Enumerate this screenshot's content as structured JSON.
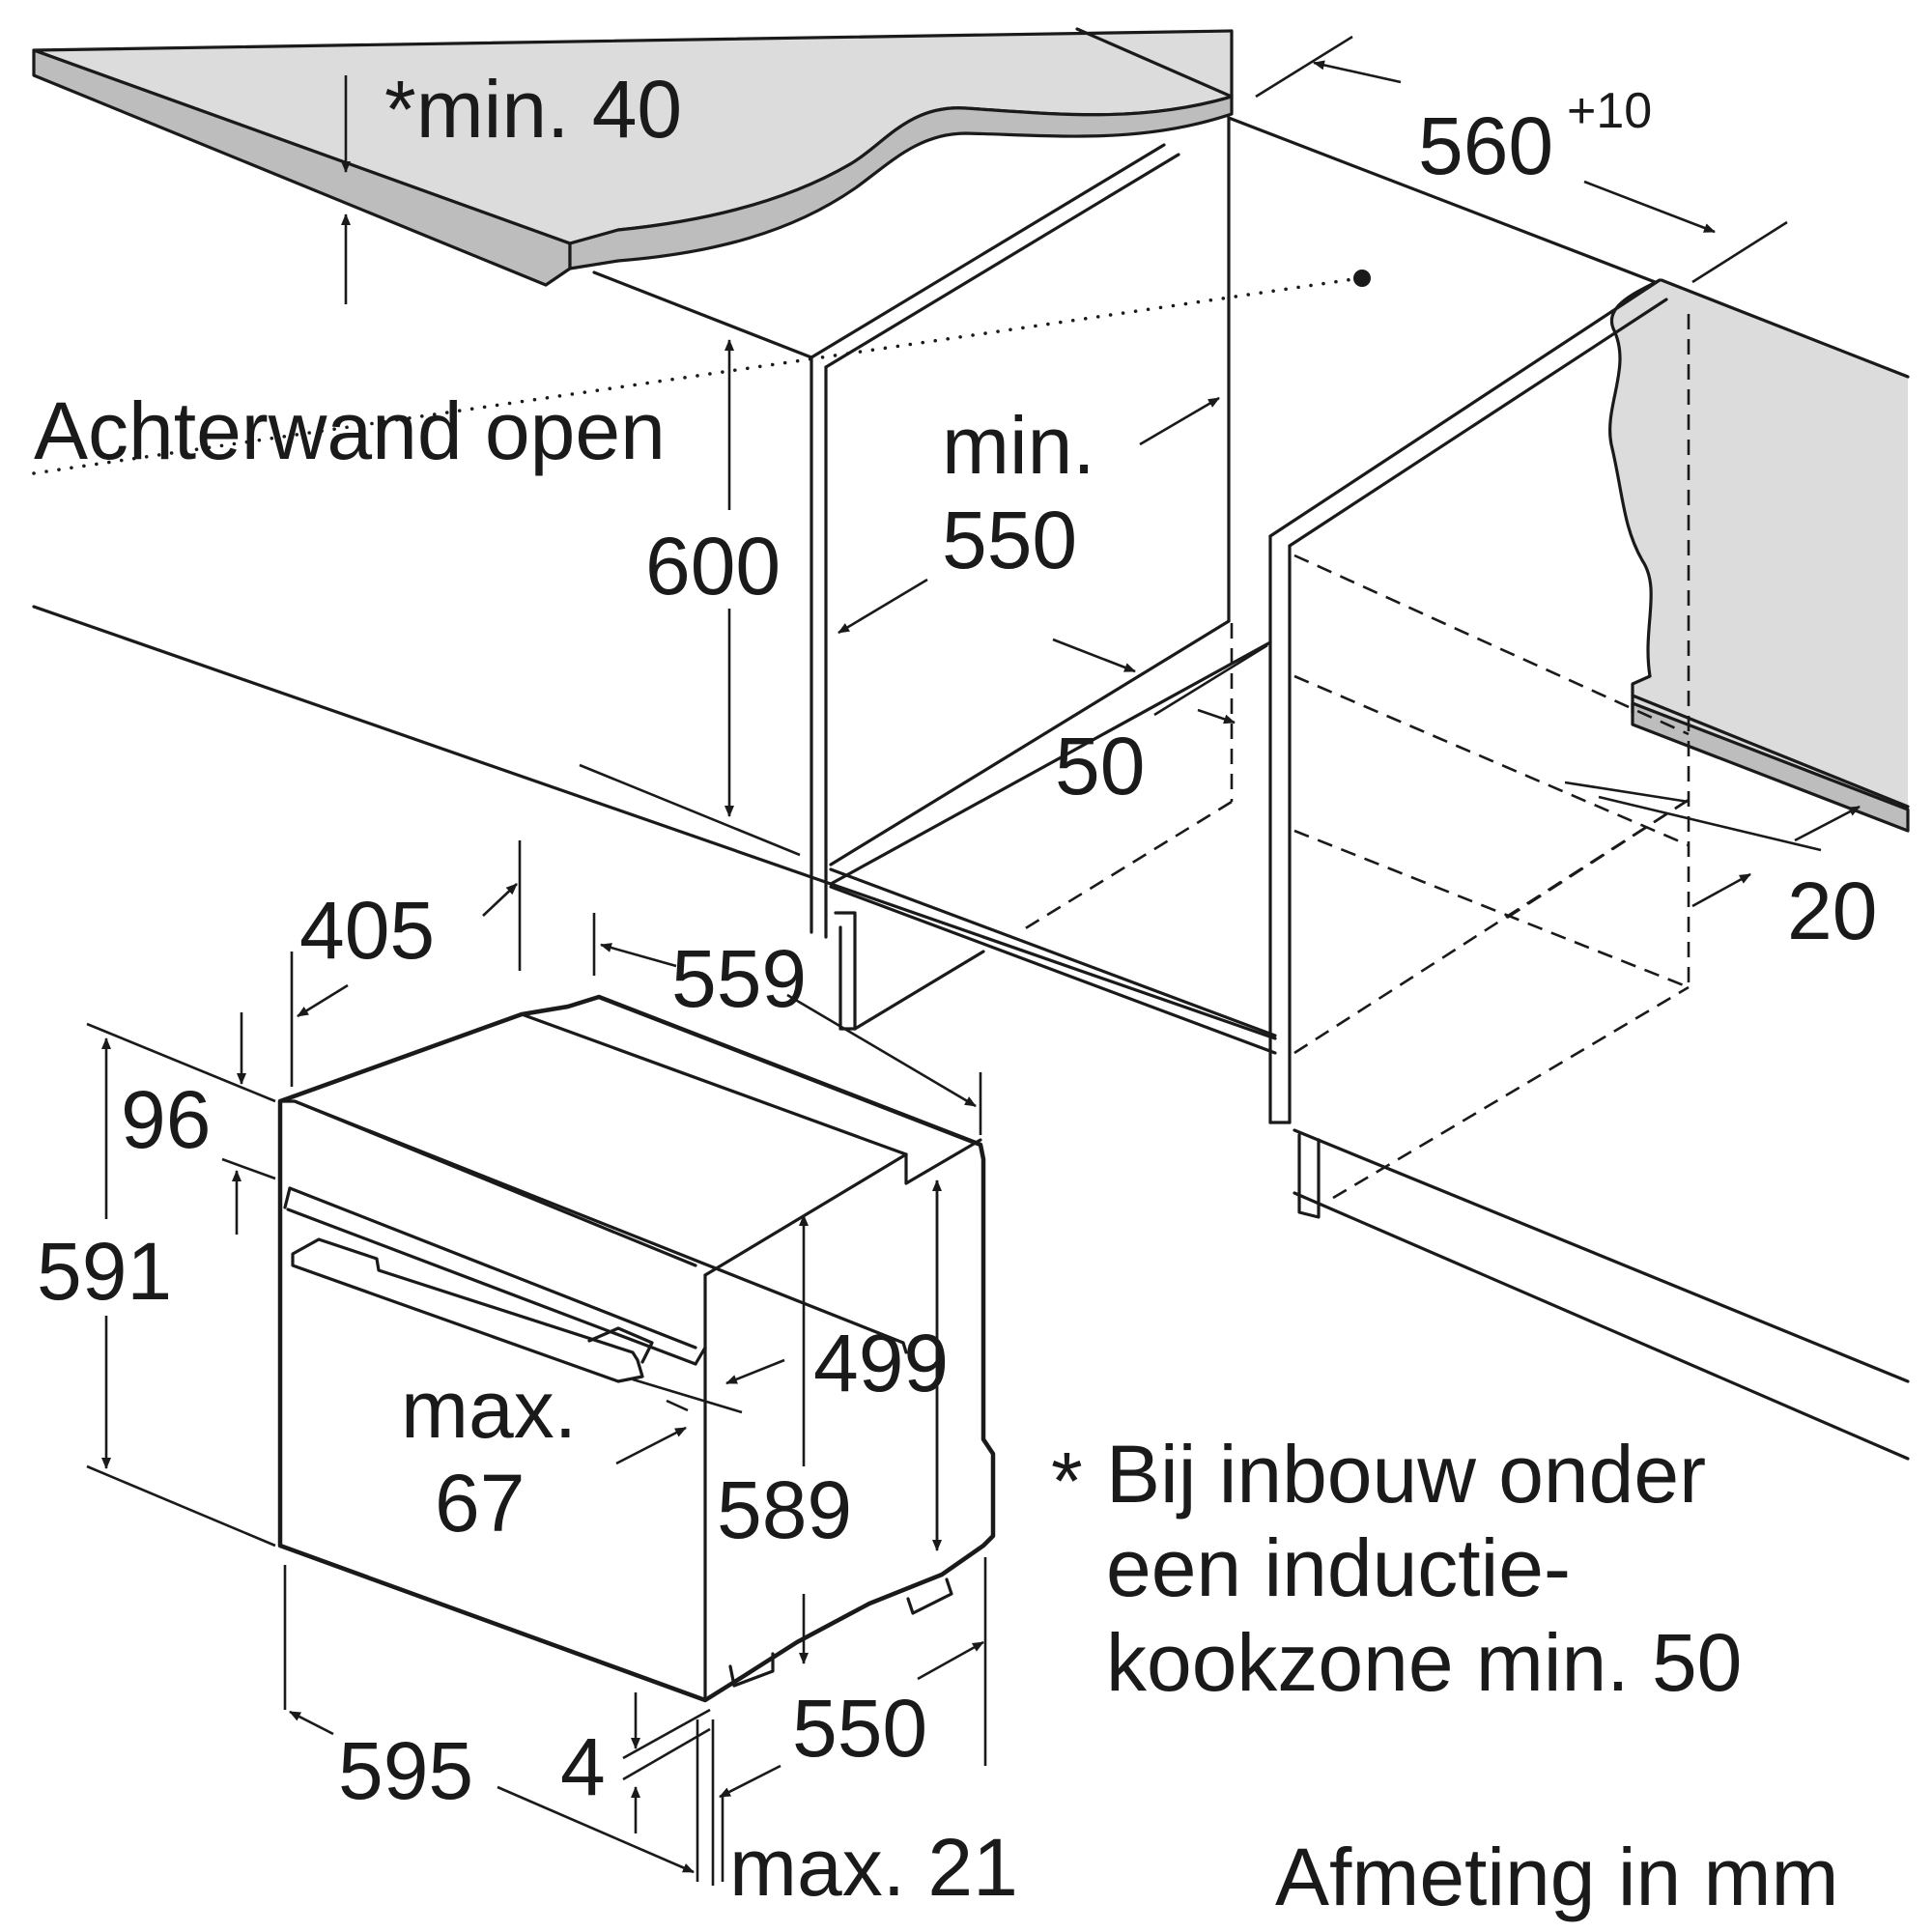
{
  "labels": {
    "min40": "*min. 40",
    "dim560": "560",
    "dim560_tol": "+10",
    "rear_wall_open": "Achterwand open",
    "min": "min.",
    "dim550_top": "550",
    "dim600": "600",
    "dim50": "50",
    "dim20": "20",
    "dim405": "405",
    "dim559": "559",
    "dim96": "96",
    "dim591": "591",
    "dim499": "499",
    "max": "max.",
    "dim67": "67",
    "dim589": "589",
    "dim4": "4",
    "dim550_bottom": "550",
    "dim595": "595",
    "max21": "max. 21",
    "asterisk": "*",
    "note_line1": "Bij inbouw onder",
    "note_line2": "een inductie-",
    "note_line3": "kookzone min. 50",
    "units": "Afmeting in mm"
  }
}
